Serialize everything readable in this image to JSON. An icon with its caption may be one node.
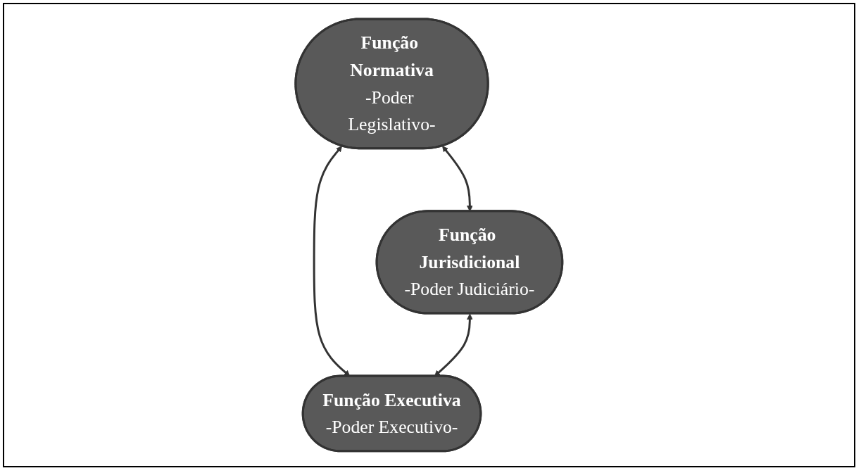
{
  "diagram": {
    "nodes": [
      {
        "text": [
          "Função Normativa",
          "-Poder Legislativo-"
        ]
      },
      {
        "text": [
          "Função Jurisdicional",
          "-Poder Judiciário-"
        ]
      },
      {
        "text": [
          "Função Executiva",
          "-Poder Executivo-"
        ]
      }
    ],
    "edges": [
      {
        "from": 0,
        "to": 1,
        "arrow": "both"
      },
      {
        "from": 0,
        "to": 2,
        "arrow": "both"
      },
      {
        "from": 1,
        "to": 2,
        "arrow": "both"
      }
    ]
  }
}
